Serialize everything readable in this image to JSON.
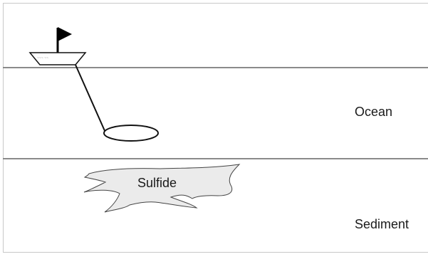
{
  "diagram": {
    "labels": {
      "ocean": "Ocean",
      "sediment": "Sediment",
      "sulfide": "Sulfide"
    },
    "boat": {
      "hull_text": "~~~ ~~"
    },
    "colors": {
      "background": "#ffffff",
      "frame": "#c8c8c8",
      "layer_line": "#8a8a8a",
      "outline": "#111111",
      "sulfide_fill": "#ebebeb",
      "flag": "#000000"
    }
  }
}
